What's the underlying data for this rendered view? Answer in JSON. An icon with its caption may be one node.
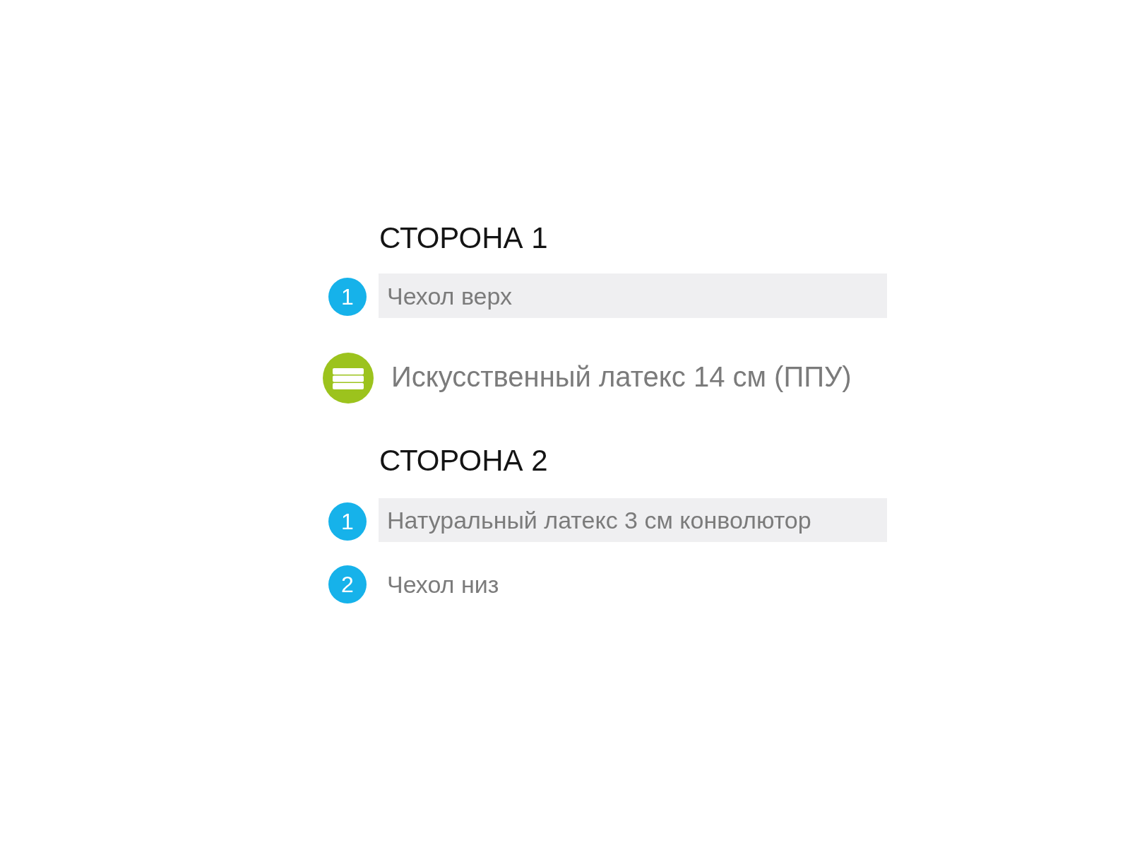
{
  "diagram": {
    "nodes": [
      {
        "text": [
          "1"
        ]
      },
      {
        "text": [
          "Чехол верх"
        ]
      },
      {
        "text": [
          "1"
        ]
      },
      {
        "text": [
          "Натуральный латекс 3 см конволютор"
        ]
      },
      {
        "text": [
          "2"
        ]
      }
    ],
    "labels": [
      "СТОРОНА 1",
      "Искусственный латекс 14 см (ППУ)",
      "СТОРОНА 2",
      "Чехол низ"
    ]
  }
}
